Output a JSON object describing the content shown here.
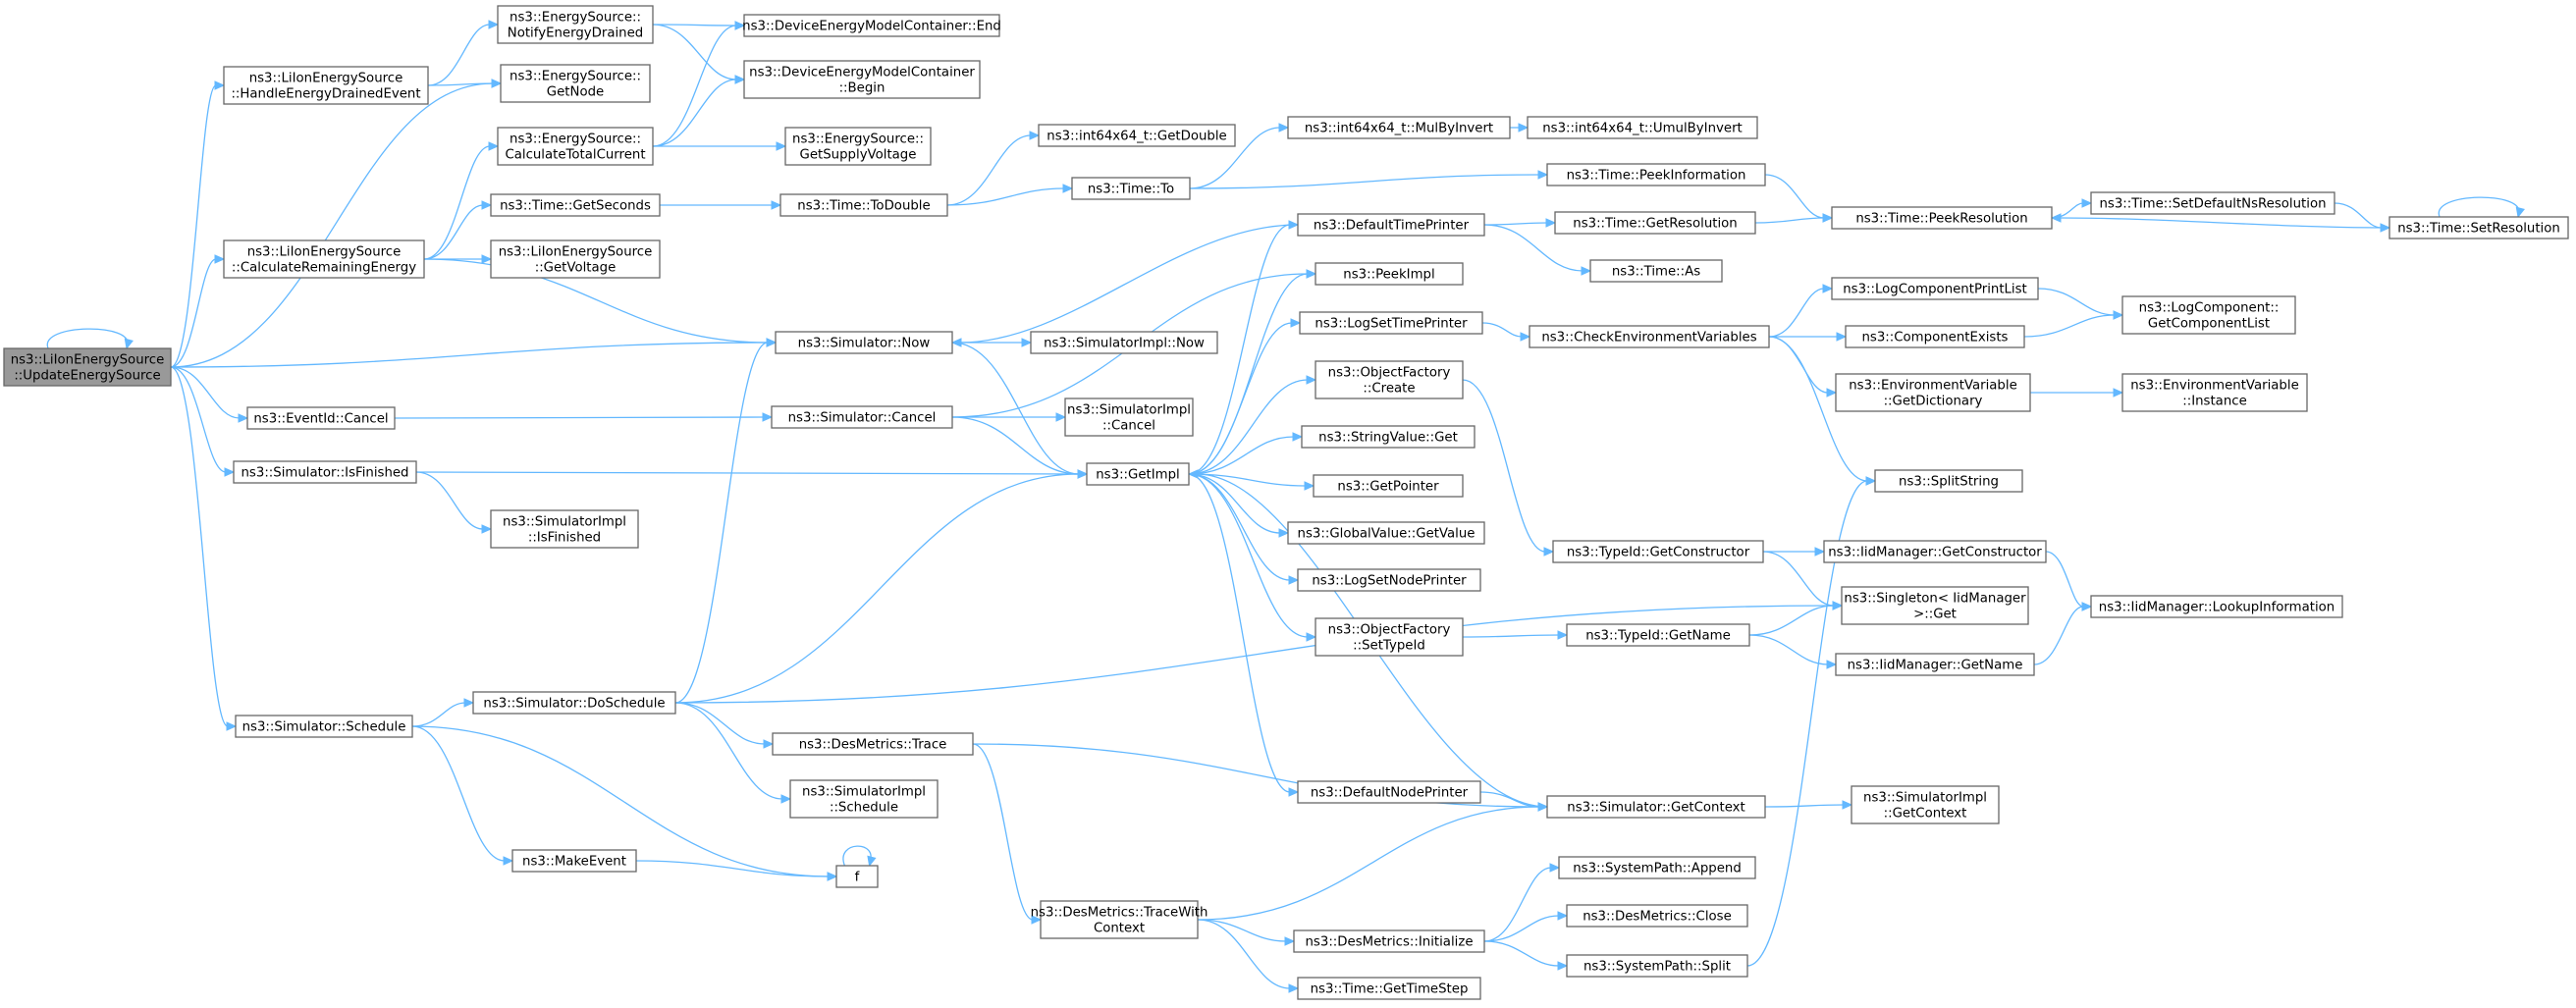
{
  "graph": {
    "root": "UpdateEnergySource",
    "nodes": [
      {
        "id": "UpdateEnergySource",
        "lines": [
          "ns3::LiIonEnergySource",
          "::UpdateEnergySource"
        ],
        "root": true
      },
      {
        "id": "HandleEnergyDrainedEvent",
        "lines": [
          "ns3::LiIonEnergySource",
          "::HandleEnergyDrainedEvent"
        ]
      },
      {
        "id": "CalculateRemainingEnergy",
        "lines": [
          "ns3::LiIonEnergySource",
          "::CalculateRemainingEnergy"
        ]
      },
      {
        "id": "EventIdCancel",
        "lines": [
          "ns3::EventId::Cancel"
        ]
      },
      {
        "id": "SimIsFinished",
        "lines": [
          "ns3::Simulator::IsFinished"
        ]
      },
      {
        "id": "SimSchedule",
        "lines": [
          "ns3::Simulator::Schedule"
        ]
      },
      {
        "id": "NotifyEnergyDrained",
        "lines": [
          "ns3::EnergySource::",
          "NotifyEnergyDrained"
        ]
      },
      {
        "id": "GetNode",
        "lines": [
          "ns3::EnergySource::",
          "GetNode"
        ]
      },
      {
        "id": "CalculateTotalCurrent",
        "lines": [
          "ns3::EnergySource::",
          "CalculateTotalCurrent"
        ]
      },
      {
        "id": "TimeGetSeconds",
        "lines": [
          "ns3::Time::GetSeconds"
        ]
      },
      {
        "id": "LiIonGetVoltage",
        "lines": [
          "ns3::LiIonEnergySource",
          "::GetVoltage"
        ]
      },
      {
        "id": "ContainerEnd",
        "lines": [
          "ns3::DeviceEnergyModelContainer::End"
        ]
      },
      {
        "id": "ContainerBegin",
        "lines": [
          "ns3::DeviceEnergyModelContainer",
          "::Begin"
        ]
      },
      {
        "id": "GetSupplyVoltage",
        "lines": [
          "ns3::EnergySource::",
          "GetSupplyVoltage"
        ]
      },
      {
        "id": "SimNow",
        "lines": [
          "ns3::Simulator::Now"
        ]
      },
      {
        "id": "SimCancel",
        "lines": [
          "ns3::Simulator::Cancel"
        ]
      },
      {
        "id": "SimImplIsFinished",
        "lines": [
          "ns3::SimulatorImpl",
          "::IsFinished"
        ]
      },
      {
        "id": "SimDoSchedule",
        "lines": [
          "ns3::Simulator::DoSchedule"
        ]
      },
      {
        "id": "MakeEvent",
        "lines": [
          "ns3::MakeEvent"
        ]
      },
      {
        "id": "F",
        "lines": [
          "f"
        ]
      },
      {
        "id": "TimeToDouble",
        "lines": [
          "ns3::Time::ToDouble"
        ]
      },
      {
        "id": "Int64GetDouble",
        "lines": [
          "ns3::int64x64_t::GetDouble"
        ]
      },
      {
        "id": "TimeTo",
        "lines": [
          "ns3::Time::To"
        ]
      },
      {
        "id": "MulByInvert",
        "lines": [
          "ns3::int64x64_t::MulByInvert"
        ]
      },
      {
        "id": "UmulByInvert",
        "lines": [
          "ns3::int64x64_t::UmulByInvert"
        ]
      },
      {
        "id": "SimImplNow",
        "lines": [
          "ns3::SimulatorImpl::Now"
        ]
      },
      {
        "id": "SimImplCancel",
        "lines": [
          "ns3::SimulatorImpl",
          "::Cancel"
        ]
      },
      {
        "id": "GetImpl",
        "lines": [
          "ns3::GetImpl"
        ]
      },
      {
        "id": "DesMetricsTrace",
        "lines": [
          "ns3::DesMetrics::Trace"
        ]
      },
      {
        "id": "SimImplSchedule",
        "lines": [
          "ns3::SimulatorImpl",
          "::Schedule"
        ]
      },
      {
        "id": "DesMetricsTraceWithContext",
        "lines": [
          "ns3::DesMetrics::TraceWith",
          "Context"
        ]
      },
      {
        "id": "DefaultTimePrinter",
        "lines": [
          "ns3::DefaultTimePrinter"
        ]
      },
      {
        "id": "PeekImpl",
        "lines": [
          "ns3::PeekImpl"
        ]
      },
      {
        "id": "LogSetTimePrinter",
        "lines": [
          "ns3::LogSetTimePrinter"
        ]
      },
      {
        "id": "ObjectFactoryCreate",
        "lines": [
          "ns3::ObjectFactory",
          "::Create"
        ]
      },
      {
        "id": "StringValueGet",
        "lines": [
          "ns3::StringValue::Get"
        ]
      },
      {
        "id": "GetPointer",
        "lines": [
          "ns3::GetPointer"
        ]
      },
      {
        "id": "GlobalValueGetValue",
        "lines": [
          "ns3::GlobalValue::GetValue"
        ]
      },
      {
        "id": "LogSetNodePrinter",
        "lines": [
          "ns3::LogSetNodePrinter"
        ]
      },
      {
        "id": "ObjectFactorySetTypeId",
        "lines": [
          "ns3::ObjectFactory",
          "::SetTypeId"
        ]
      },
      {
        "id": "DefaultNodePrinter",
        "lines": [
          "ns3::DefaultNodePrinter"
        ]
      },
      {
        "id": "DesMetricsInitialize",
        "lines": [
          "ns3::DesMetrics::Initialize"
        ]
      },
      {
        "id": "TimeGetTimeStep",
        "lines": [
          "ns3::Time::GetTimeStep"
        ]
      },
      {
        "id": "TimePeekInformation",
        "lines": [
          "ns3::Time::PeekInformation"
        ]
      },
      {
        "id": "TimeGetResolution",
        "lines": [
          "ns3::Time::GetResolution"
        ]
      },
      {
        "id": "TimeAs",
        "lines": [
          "ns3::Time::As"
        ]
      },
      {
        "id": "CheckEnvironmentVariables",
        "lines": [
          "ns3::CheckEnvironmentVariables"
        ]
      },
      {
        "id": "TypeIdGetConstructor",
        "lines": [
          "ns3::TypeId::GetConstructor"
        ]
      },
      {
        "id": "TypeIdGetName",
        "lines": [
          "ns3::TypeId::GetName"
        ]
      },
      {
        "id": "SimGetContext",
        "lines": [
          "ns3::Simulator::GetContext"
        ]
      },
      {
        "id": "SystemPathAppend",
        "lines": [
          "ns3::SystemPath::Append"
        ]
      },
      {
        "id": "DesMetricsClose",
        "lines": [
          "ns3::DesMetrics::Close"
        ]
      },
      {
        "id": "SystemPathSplit",
        "lines": [
          "ns3::SystemPath::Split"
        ]
      },
      {
        "id": "TimePeekResolution",
        "lines": [
          "ns3::Time::PeekResolution"
        ]
      },
      {
        "id": "LogComponentPrintList",
        "lines": [
          "ns3::LogComponentPrintList"
        ]
      },
      {
        "id": "ComponentExists",
        "lines": [
          "ns3::ComponentExists"
        ]
      },
      {
        "id": "EnvGetDictionary",
        "lines": [
          "ns3::EnvironmentVariable",
          "::GetDictionary"
        ]
      },
      {
        "id": "SplitString",
        "lines": [
          "ns3::SplitString"
        ]
      },
      {
        "id": "IidGetConstructor",
        "lines": [
          "ns3::IidManager::GetConstructor"
        ]
      },
      {
        "id": "SingletonGet",
        "lines": [
          "ns3::Singleton< IidManager",
          ">::Get"
        ]
      },
      {
        "id": "IidGetName",
        "lines": [
          "ns3::IidManager::GetName"
        ]
      },
      {
        "id": "SimImplGetContext",
        "lines": [
          "ns3::SimulatorImpl",
          "::GetContext"
        ]
      },
      {
        "id": "SetDefaultNsResolution",
        "lines": [
          "ns3::Time::SetDefaultNsResolution"
        ]
      },
      {
        "id": "SetResolution",
        "lines": [
          "ns3::Time::SetResolution"
        ]
      },
      {
        "id": "LogComponentGetList",
        "lines": [
          "ns3::LogComponent::",
          "GetComponentList"
        ]
      },
      {
        "id": "EnvInstance",
        "lines": [
          "ns3::EnvironmentVariable",
          "::Instance"
        ]
      },
      {
        "id": "IidLookupInformation",
        "lines": [
          "ns3::IidManager::LookupInformation"
        ]
      }
    ],
    "edges": [
      [
        "UpdateEnergySource",
        "UpdateEnergySource"
      ],
      [
        "UpdateEnergySource",
        "HandleEnergyDrainedEvent"
      ],
      [
        "UpdateEnergySource",
        "GetNode"
      ],
      [
        "UpdateEnergySource",
        "CalculateRemainingEnergy"
      ],
      [
        "UpdateEnergySource",
        "SimNow"
      ],
      [
        "UpdateEnergySource",
        "EventIdCancel"
      ],
      [
        "UpdateEnergySource",
        "SimIsFinished"
      ],
      [
        "UpdateEnergySource",
        "SimSchedule"
      ],
      [
        "HandleEnergyDrainedEvent",
        "NotifyEnergyDrained"
      ],
      [
        "HandleEnergyDrainedEvent",
        "GetNode"
      ],
      [
        "NotifyEnergyDrained",
        "ContainerEnd"
      ],
      [
        "NotifyEnergyDrained",
        "ContainerBegin"
      ],
      [
        "CalculateRemainingEnergy",
        "CalculateTotalCurrent"
      ],
      [
        "CalculateRemainingEnergy",
        "TimeGetSeconds"
      ],
      [
        "CalculateRemainingEnergy",
        "LiIonGetVoltage"
      ],
      [
        "CalculateRemainingEnergy",
        "SimNow"
      ],
      [
        "CalculateTotalCurrent",
        "ContainerEnd"
      ],
      [
        "CalculateTotalCurrent",
        "ContainerBegin"
      ],
      [
        "CalculateTotalCurrent",
        "GetSupplyVoltage"
      ],
      [
        "TimeGetSeconds",
        "TimeToDouble"
      ],
      [
        "TimeToDouble",
        "Int64GetDouble"
      ],
      [
        "TimeToDouble",
        "TimeTo"
      ],
      [
        "TimeTo",
        "MulByInvert"
      ],
      [
        "TimeTo",
        "TimePeekInformation"
      ],
      [
        "MulByInvert",
        "UmulByInvert"
      ],
      [
        "EventIdCancel",
        "SimCancel"
      ],
      [
        "SimIsFinished",
        "GetImpl"
      ],
      [
        "SimIsFinished",
        "SimImplIsFinished"
      ],
      [
        "SimSchedule",
        "SimDoSchedule"
      ],
      [
        "SimSchedule",
        "MakeEvent"
      ],
      [
        "SimSchedule",
        "F"
      ],
      [
        "MakeEvent",
        "F"
      ],
      [
        "F",
        "F"
      ],
      [
        "SimNow",
        "SimImplNow"
      ],
      [
        "SimNow",
        "GetImpl"
      ],
      [
        "SimCancel",
        "SimImplCancel"
      ],
      [
        "SimCancel",
        "GetImpl"
      ],
      [
        "SimCancel",
        "PeekImpl"
      ],
      [
        "SimDoSchedule",
        "SimNow"
      ],
      [
        "SimDoSchedule",
        "GetImpl"
      ],
      [
        "SimDoSchedule",
        "DesMetricsTrace"
      ],
      [
        "SimDoSchedule",
        "SimImplSchedule"
      ],
      [
        "SimDoSchedule",
        "SingletonGet"
      ],
      [
        "DesMetricsTrace",
        "DesMetricsTraceWithContext"
      ],
      [
        "DesMetricsTrace",
        "SimGetContext"
      ],
      [
        "DesMetricsTraceWithContext",
        "SimGetContext"
      ],
      [
        "DesMetricsTraceWithContext",
        "DesMetricsInitialize"
      ],
      [
        "DesMetricsTraceWithContext",
        "TimeGetTimeStep"
      ],
      [
        "DesMetricsInitialize",
        "SystemPathAppend"
      ],
      [
        "DesMetricsInitialize",
        "DesMetricsClose"
      ],
      [
        "DesMetricsInitialize",
        "SystemPathSplit"
      ],
      [
        "SystemPathSplit",
        "SplitString"
      ],
      [
        "GetImpl",
        "DefaultTimePrinter"
      ],
      [
        "GetImpl",
        "PeekImpl"
      ],
      [
        "GetImpl",
        "LogSetTimePrinter"
      ],
      [
        "GetImpl",
        "ObjectFactoryCreate"
      ],
      [
        "GetImpl",
        "StringValueGet"
      ],
      [
        "GetImpl",
        "GetPointer"
      ],
      [
        "GetImpl",
        "GlobalValueGetValue"
      ],
      [
        "GetImpl",
        "LogSetNodePrinter"
      ],
      [
        "GetImpl",
        "ObjectFactorySetTypeId"
      ],
      [
        "GetImpl",
        "DefaultNodePrinter"
      ],
      [
        "DefaultTimePrinter",
        "SimNow"
      ],
      [
        "DefaultTimePrinter",
        "TimeGetResolution"
      ],
      [
        "DefaultTimePrinter",
        "TimeAs"
      ],
      [
        "DefaultNodePrinter",
        "SimGetContext"
      ],
      [
        "SimGetContext",
        "GetImpl"
      ],
      [
        "SimGetContext",
        "SimImplGetContext"
      ],
      [
        "LogSetTimePrinter",
        "CheckEnvironmentVariables"
      ],
      [
        "CheckEnvironmentVariables",
        "LogComponentPrintList"
      ],
      [
        "CheckEnvironmentVariables",
        "ComponentExists"
      ],
      [
        "CheckEnvironmentVariables",
        "EnvGetDictionary"
      ],
      [
        "CheckEnvironmentVariables",
        "SplitString"
      ],
      [
        "LogComponentPrintList",
        "LogComponentGetList"
      ],
      [
        "ComponentExists",
        "LogComponentGetList"
      ],
      [
        "EnvGetDictionary",
        "EnvInstance"
      ],
      [
        "ObjectFactoryCreate",
        "TypeIdGetConstructor"
      ],
      [
        "TypeIdGetConstructor",
        "IidGetConstructor"
      ],
      [
        "TypeIdGetConstructor",
        "SingletonGet"
      ],
      [
        "ObjectFactorySetTypeId",
        "TypeIdGetName"
      ],
      [
        "TypeIdGetName",
        "SingletonGet"
      ],
      [
        "TypeIdGetName",
        "IidGetName"
      ],
      [
        "IidGetConstructor",
        "IidLookupInformation"
      ],
      [
        "IidGetName",
        "IidLookupInformation"
      ],
      [
        "TimePeekInformation",
        "TimePeekResolution"
      ],
      [
        "TimeGetResolution",
        "TimePeekResolution"
      ],
      [
        "TimePeekResolution",
        "SetDefaultNsResolution"
      ],
      [
        "SetDefaultNsResolution",
        "SetResolution"
      ],
      [
        "SetResolution",
        "SetResolution"
      ],
      [
        "SetResolution",
        "TimePeekResolution"
      ]
    ]
  }
}
